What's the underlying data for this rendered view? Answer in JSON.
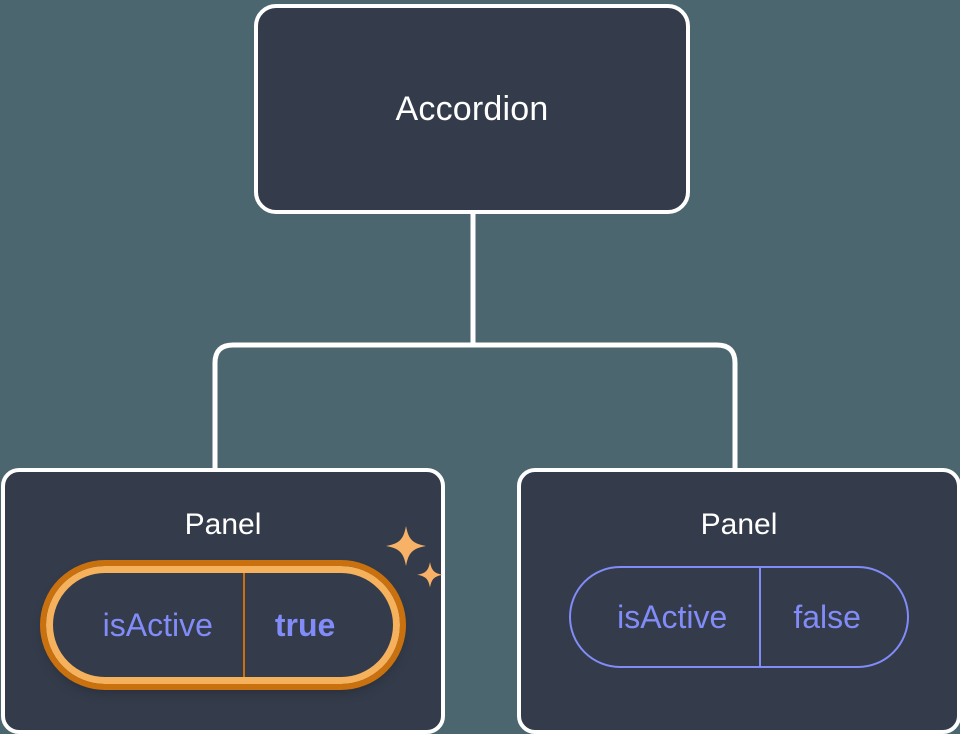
{
  "theme": {
    "canvas_bg": "#4c6670",
    "node_bg": "#343b4a",
    "node_border": "#ffffff",
    "edge_color": "#ffffff",
    "prop_accent": "#818cf8",
    "highlight_ring_outer": "#c9710f",
    "highlight_ring_inner": "#f5b15c",
    "sparkle_color": "#f7b267"
  },
  "tree": {
    "root": {
      "title": "Accordion"
    },
    "children": [
      {
        "title": "Panel",
        "highlighted": true,
        "prop": {
          "key": "isActive",
          "value": "true"
        },
        "sparkle_icon": "sparkles-icon"
      },
      {
        "title": "Panel",
        "highlighted": false,
        "prop": {
          "key": "isActive",
          "value": "false"
        }
      }
    ]
  }
}
